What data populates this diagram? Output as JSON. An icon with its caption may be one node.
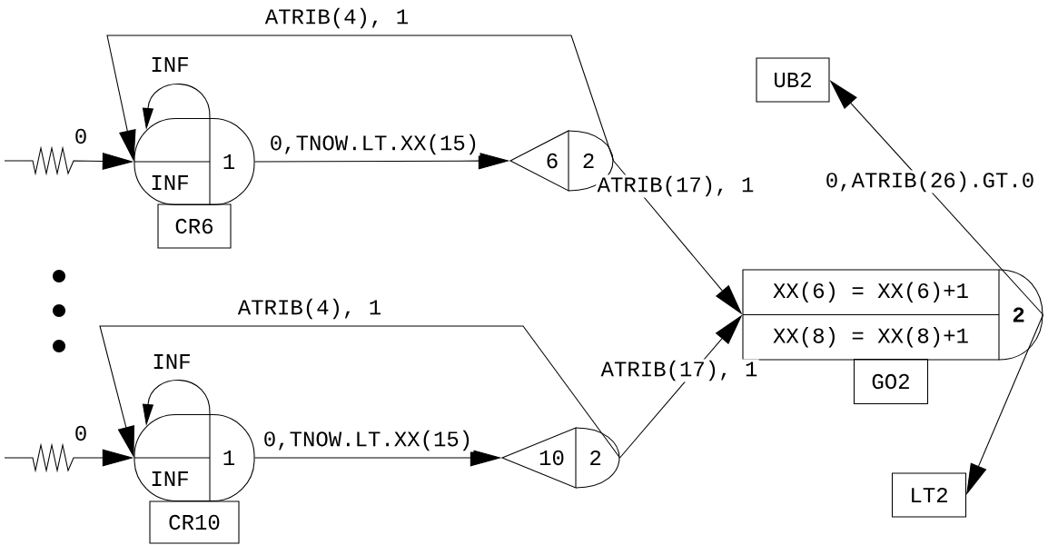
{
  "diagram": {
    "nodes": [
      {
        "text": [
          "INF",
          "1"
        ]
      },
      {
        "text": [
          "CR6"
        ]
      },
      {
        "text": [
          "6",
          "2"
        ]
      },
      {
        "text": [
          "INF",
          "1"
        ]
      },
      {
        "text": [
          "CR10"
        ]
      },
      {
        "text": [
          "10",
          "2"
        ]
      },
      {
        "text": [
          "XX(6) = XX(6)+1",
          "XX(8) = XX(8)+1",
          "2"
        ]
      },
      {
        "text": [
          "GO2"
        ]
      },
      {
        "text": [
          "UB2"
        ]
      },
      {
        "text": [
          "LT2"
        ]
      }
    ],
    "edges": [
      {
        "from": null,
        "to": 0,
        "arrow": "to",
        "label": "0"
      },
      {
        "from": 0,
        "to": 0,
        "arrow": "to",
        "label": "INF"
      },
      {
        "from": 0,
        "to": 2,
        "arrow": "to",
        "label": "0,TNOW.LT.XX(15)"
      },
      {
        "from": 2,
        "to": 0,
        "arrow": "to",
        "label": "ATRIB(4), 1"
      },
      {
        "from": 2,
        "to": 6,
        "arrow": "to",
        "label": "ATRIB(17), 1"
      },
      {
        "from": null,
        "to": 3,
        "arrow": "to",
        "label": "0"
      },
      {
        "from": 3,
        "to": 3,
        "arrow": "to",
        "label": "INF"
      },
      {
        "from": 3,
        "to": 5,
        "arrow": "to",
        "label": "0,TNOW.LT.XX(15)"
      },
      {
        "from": 5,
        "to": 3,
        "arrow": "to",
        "label": "ATRIB(4), 1"
      },
      {
        "from": 5,
        "to": 6,
        "arrow": "to",
        "label": "ATRIB(17), 1"
      },
      {
        "from": 6,
        "to": 8,
        "arrow": "to",
        "label": "0,ATRIB(26).GT.0"
      },
      {
        "from": 6,
        "to": 9,
        "arrow": "to"
      }
    ]
  }
}
